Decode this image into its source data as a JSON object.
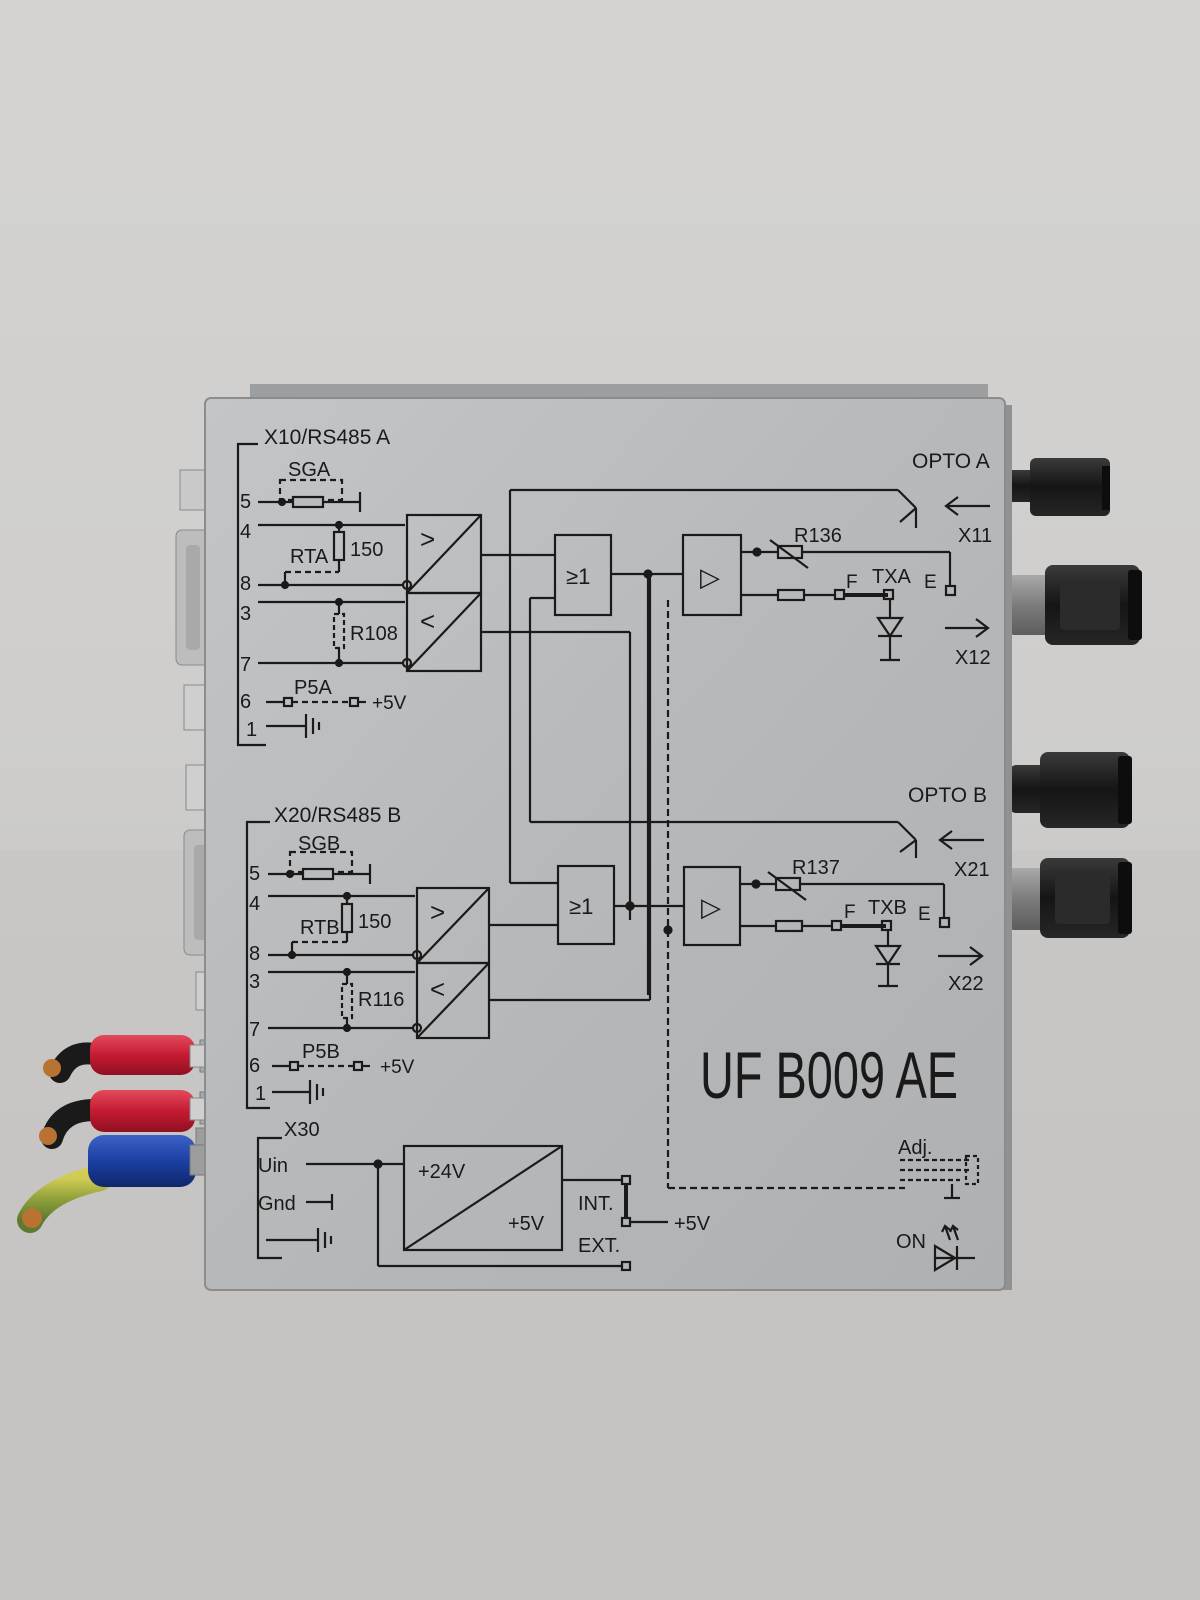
{
  "section_a": {
    "header": "X10/RS485  A",
    "pins": [
      "5",
      "4",
      "8",
      "3",
      "7",
      "6",
      "1"
    ],
    "sga": "SGA",
    "rta": "RTA",
    "r150": "150",
    "r108": "R108",
    "p5a": "P5A",
    "plus5v": "+5V",
    "opto": "OPTO  A",
    "x11": "X11",
    "x12": "X12",
    "r136": "R136",
    "f": "F",
    "tx": "TXA",
    "e": "E"
  },
  "section_b": {
    "header": "X20/RS485  B",
    "pins": [
      "5",
      "4",
      "8",
      "3",
      "7",
      "6",
      "1"
    ],
    "sgb": "SGB",
    "rtb": "RTB",
    "r150": "150",
    "r116": "R116",
    "p5b": "P5B",
    "plus5v": "+5V",
    "opto": "OPTO  B",
    "x21": "X21",
    "x22": "X22",
    "r137": "R137",
    "f": "F",
    "tx": "TXB",
    "e": "E"
  },
  "logic": {
    "or_gate": "≥1",
    "gt": ">",
    "lt": "<",
    "amp": "▷"
  },
  "power": {
    "header": "X30",
    "uin": "Uin",
    "gnd": "Gnd",
    "v24": "+24V",
    "v5": "+5V",
    "int": "INT.",
    "ext": "EXT.",
    "out5v": "+5V"
  },
  "model": "UF  B009  AE",
  "adj": "Adj.",
  "on": "ON",
  "colors": {
    "panel": "#b9bbbd",
    "ink": "#1a1a1a",
    "wire_red": "#d0233a",
    "wire_blue": "#1b3fa3",
    "wire_yellow_green": "#b9b33a",
    "connector_black": "#1b1b1b",
    "connector_grey": "#8b8b8b"
  }
}
